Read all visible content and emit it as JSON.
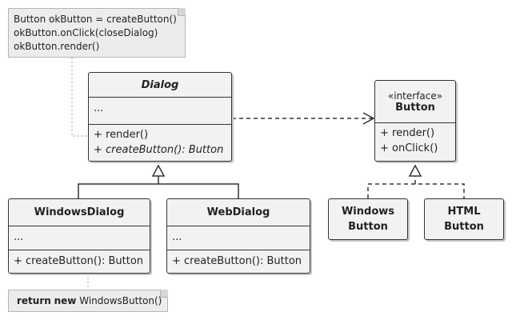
{
  "notes": {
    "top": [
      "Button okButton = createButton()",
      "okButton.onClick(closeDialog)",
      "okButton.render()"
    ],
    "bottom": {
      "kw1": "return",
      "kw2": "new",
      "rest": "WindowsButton()"
    }
  },
  "dialog": {
    "name": "Dialog",
    "fields": "...",
    "methods": [
      "+ render()",
      "+ createButton(): Button"
    ]
  },
  "windows_dialog": {
    "name": "WindowsDialog",
    "fields": "...",
    "methods": [
      "+ createButton(): Button"
    ]
  },
  "web_dialog": {
    "name": "WebDialog",
    "fields": "...",
    "methods": [
      "+ createButton(): Button"
    ]
  },
  "button_interface": {
    "stereotype": "«interface»",
    "name": "Button",
    "methods": [
      "+ render()",
      "+ onClick()"
    ]
  },
  "windows_button": {
    "line1": "Windows",
    "line2": "Button"
  },
  "html_button": {
    "line1": "HTML",
    "line2": "Button"
  }
}
